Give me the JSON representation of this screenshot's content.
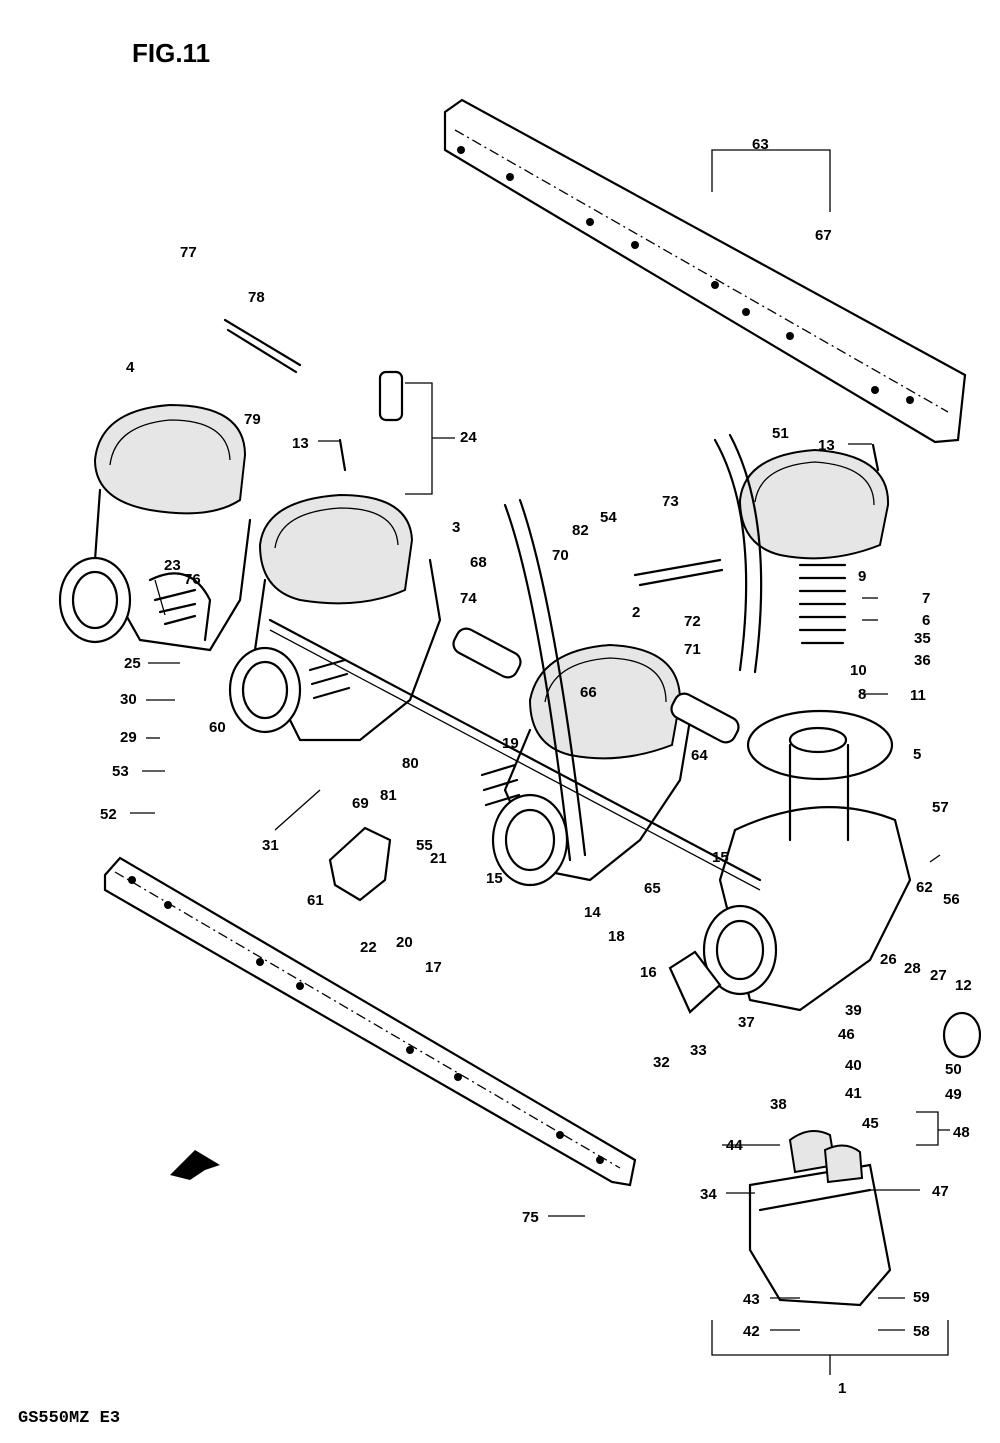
{
  "title": "FIG.11",
  "model_code": "GS550MZ  E3",
  "callouts": [
    "1",
    "2",
    "3",
    "4",
    "5",
    "6",
    "7",
    "8",
    "9",
    "10",
    "11",
    "12",
    "13",
    "13",
    "14",
    "15",
    "15",
    "16",
    "17",
    "18",
    "19",
    "20",
    "21",
    "22",
    "23",
    "24",
    "25",
    "26",
    "27",
    "28",
    "29",
    "30",
    "31",
    "32",
    "33",
    "34",
    "35",
    "36",
    "37",
    "38",
    "39",
    "40",
    "41",
    "42",
    "43",
    "44",
    "45",
    "46",
    "47",
    "48",
    "49",
    "50",
    "51",
    "52",
    "53",
    "54",
    "55",
    "56",
    "57",
    "58",
    "59",
    "60",
    "61",
    "62",
    "63",
    "64",
    "65",
    "66",
    "67",
    "68",
    "69",
    "70",
    "71",
    "72",
    "73",
    "74",
    "75",
    "76",
    "77",
    "78",
    "79",
    "80",
    "81",
    "82"
  ],
  "direction_arrow_icon": "front-arrow-icon"
}
